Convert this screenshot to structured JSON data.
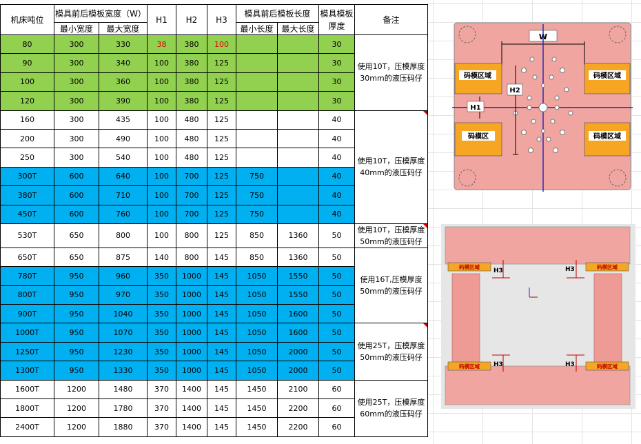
{
  "header": {
    "press_tonnage": "机床吨位",
    "width_group": "模具前后模板宽度（W）",
    "min_width": "最小宽度",
    "max_width": "最大宽度",
    "h1": "H1",
    "h2": "H2",
    "h3": "H3",
    "length_group": "模具前后模板长度",
    "min_length": "最小长度",
    "max_length": "最大长度",
    "plate_thickness": "模具模板厚度",
    "remark": "备注"
  },
  "colors": {
    "green": "#92d050",
    "blue": "#00b0f0",
    "white": "#ffffff",
    "plate_pink": "#f1a5a0",
    "clamp_orange": "#f6a623",
    "note_red": "#d00000"
  },
  "rows": [
    {
      "tonnage": "80",
      "min_w": "300",
      "max_w": "330",
      "h1": "38",
      "h2": "380",
      "h3": "100",
      "min_l": "",
      "max_l": "",
      "thick": "30",
      "color": "green",
      "h1_red": true,
      "h3_red": true
    },
    {
      "tonnage": "90",
      "min_w": "300",
      "max_w": "340",
      "h1": "100",
      "h2": "380",
      "h3": "125",
      "min_l": "",
      "max_l": "",
      "thick": "30",
      "color": "green"
    },
    {
      "tonnage": "100",
      "min_w": "300",
      "max_w": "360",
      "h1": "100",
      "h2": "380",
      "h3": "125",
      "min_l": "",
      "max_l": "",
      "thick": "30",
      "color": "green"
    },
    {
      "tonnage": "120",
      "min_w": "300",
      "max_w": "390",
      "h1": "100",
      "h2": "380",
      "h3": "125",
      "min_l": "",
      "max_l": "",
      "thick": "30",
      "color": "green"
    },
    {
      "tonnage": "160",
      "min_w": "300",
      "max_w": "435",
      "h1": "100",
      "h2": "480",
      "h3": "125",
      "min_l": "",
      "max_l": "",
      "thick": "40",
      "color": "white"
    },
    {
      "tonnage": "200",
      "min_w": "300",
      "max_w": "490",
      "h1": "100",
      "h2": "480",
      "h3": "125",
      "min_l": "",
      "max_l": "",
      "thick": "40",
      "color": "white"
    },
    {
      "tonnage": "250",
      "min_w": "300",
      "max_w": "540",
      "h1": "100",
      "h2": "480",
      "h3": "125",
      "min_l": "",
      "max_l": "",
      "thick": "40",
      "color": "white"
    },
    {
      "tonnage": "300T",
      "min_w": "600",
      "max_w": "640",
      "h1": "100",
      "h2": "700",
      "h3": "125",
      "min_l": "750",
      "max_l": "",
      "thick": "40",
      "color": "blue"
    },
    {
      "tonnage": "380T",
      "min_w": "600",
      "max_w": "710",
      "h1": "100",
      "h2": "700",
      "h3": "125",
      "min_l": "750",
      "max_l": "",
      "thick": "40",
      "color": "blue"
    },
    {
      "tonnage": "450T",
      "min_w": "600",
      "max_w": "760",
      "h1": "100",
      "h2": "700",
      "h3": "125",
      "min_l": "750",
      "max_l": "",
      "thick": "40",
      "color": "blue"
    },
    {
      "tonnage": "530T",
      "min_w": "650",
      "max_w": "800",
      "h1": "100",
      "h2": "800",
      "h3": "125",
      "min_l": "850",
      "max_l": "1360",
      "thick": "50",
      "color": "white"
    },
    {
      "tonnage": "650T",
      "min_w": "650",
      "max_w": "875",
      "h1": "140",
      "h2": "800",
      "h3": "145",
      "min_l": "850",
      "max_l": "1360",
      "thick": "50",
      "color": "white"
    },
    {
      "tonnage": "780T",
      "min_w": "950",
      "max_w": "960",
      "h1": "350",
      "h2": "1000",
      "h3": "145",
      "min_l": "1050",
      "max_l": "1550",
      "thick": "50",
      "color": "blue"
    },
    {
      "tonnage": "800T",
      "min_w": "950",
      "max_w": "970",
      "h1": "350",
      "h2": "1000",
      "h3": "145",
      "min_l": "1050",
      "max_l": "1550",
      "thick": "50",
      "color": "blue"
    },
    {
      "tonnage": "900T",
      "min_w": "950",
      "max_w": "1040",
      "h1": "350",
      "h2": "1000",
      "h3": "145",
      "min_l": "1050",
      "max_l": "1600",
      "thick": "50",
      "color": "blue"
    },
    {
      "tonnage": "1000T",
      "min_w": "950",
      "max_w": "1070",
      "h1": "350",
      "h2": "1000",
      "h3": "145",
      "min_l": "1050",
      "max_l": "1600",
      "thick": "50",
      "color": "blue"
    },
    {
      "tonnage": "1250T",
      "min_w": "950",
      "max_w": "1230",
      "h1": "350",
      "h2": "1000",
      "h3": "145",
      "min_l": "1050",
      "max_l": "2000",
      "thick": "50",
      "color": "blue"
    },
    {
      "tonnage": "1300T",
      "min_w": "950",
      "max_w": "1330",
      "h1": "350",
      "h2": "1000",
      "h3": "145",
      "min_l": "1050",
      "max_l": "2000",
      "thick": "50",
      "color": "blue"
    },
    {
      "tonnage": "1600T",
      "min_w": "1200",
      "max_w": "1480",
      "h1": "370",
      "h2": "1400",
      "h3": "145",
      "min_l": "1450",
      "max_l": "2100",
      "thick": "60",
      "color": "white"
    },
    {
      "tonnage": "1800T",
      "min_w": "1200",
      "max_w": "1780",
      "h1": "370",
      "h2": "1400",
      "h3": "145",
      "min_l": "1450",
      "max_l": "2200",
      "thick": "60",
      "color": "white"
    },
    {
      "tonnage": "2400T",
      "min_w": "1200",
      "max_w": "1880",
      "h1": "370",
      "h2": "1400",
      "h3": "145",
      "min_l": "1450",
      "max_l": "2200",
      "thick": "60",
      "color": "white"
    }
  ],
  "remarks": [
    {
      "start": 0,
      "span": 4,
      "text": "使用10T，压模厚度30mm的液压码仔",
      "flag": false
    },
    {
      "start": 4,
      "span": 6,
      "text": "使用10T，压模厚度40mm的液压码仔",
      "flag": true
    },
    {
      "start": 10,
      "span": 1,
      "text": "使用10T，压模厚度50mm的液压码仔",
      "flag": true
    },
    {
      "start": 11,
      "span": 4,
      "text": "使用16T,压模厚度50mm的液压码仔",
      "flag": false
    },
    {
      "start": 15,
      "span": 3,
      "text": "使用25T，压模厚度50mm的液压码仔",
      "flag": true
    },
    {
      "start": 18,
      "span": 3,
      "text": "使用25T，压模厚度60mm的液压码仔",
      "flag": false
    }
  ],
  "figure_top": {
    "w_label": "W",
    "h1_label": "H1",
    "h2_label": "H2",
    "clamp_zones": [
      "码模区域",
      "码模区域",
      "码模区",
      "码模区域"
    ]
  },
  "figure_bottom": {
    "h3_label": "H3",
    "clamp_zone": "码模区域"
  }
}
